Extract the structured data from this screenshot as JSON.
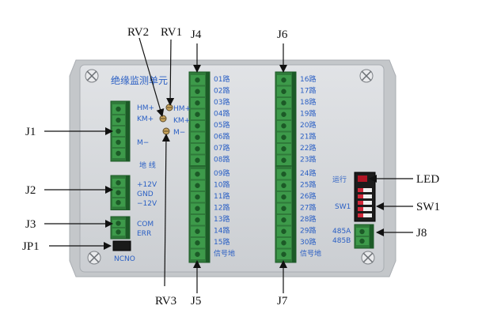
{
  "colors": {
    "panel": "#d6d9dc",
    "panel_border": "#a9adb2",
    "flange": "#c4c7ca",
    "terminal_green": "#2f7a3a",
    "terminal_light": "#3d9a4a",
    "terminal_dark": "#1c5a27",
    "print_blue": "#2a5fc4",
    "switch_red": "#d2283a",
    "arrow": "#111111"
  },
  "panel": {
    "title": "绝缘监测单元"
  },
  "callouts": {
    "rv2": "RV2",
    "rv1": "RV1",
    "j4": "J4",
    "j6": "J6",
    "j1": "J1",
    "j2": "J2",
    "j3": "J3",
    "jp1": "JP1",
    "rv3": "RV3",
    "j5": "J5",
    "j7": "J7",
    "led": "LED",
    "sw1": "SW1",
    "j8": "J8"
  },
  "labels_left": {
    "hm": "HM+",
    "km": "KM+",
    "m": "M−",
    "ground": "地 线",
    "p12": "+12V",
    "gnd": "GND",
    "n12": "−12V",
    "com": "COM",
    "err": "ERR",
    "nc": "NC",
    "no": "NO"
  },
  "labels_pots": {
    "hm": "HM+",
    "km": "KM+",
    "m": "M−"
  },
  "channels_j4": [
    "01路",
    "02路",
    "03路",
    "04路",
    "05路",
    "06路",
    "07路",
    "08路"
  ],
  "channels_j5": [
    "09路",
    "10路",
    "11路",
    "12路",
    "13路",
    "14路",
    "15路",
    "信号地"
  ],
  "channels_j6": [
    "16路",
    "17路",
    "18路",
    "19路",
    "20路",
    "21路",
    "22路",
    "23路"
  ],
  "channels_j7": [
    "24路",
    "25路",
    "26路",
    "27路",
    "28路",
    "29路",
    "30路",
    "信号地"
  ],
  "labels_right": {
    "run": "运行",
    "sw1": "SW1",
    "a485": "485A",
    "b485": "485B"
  }
}
